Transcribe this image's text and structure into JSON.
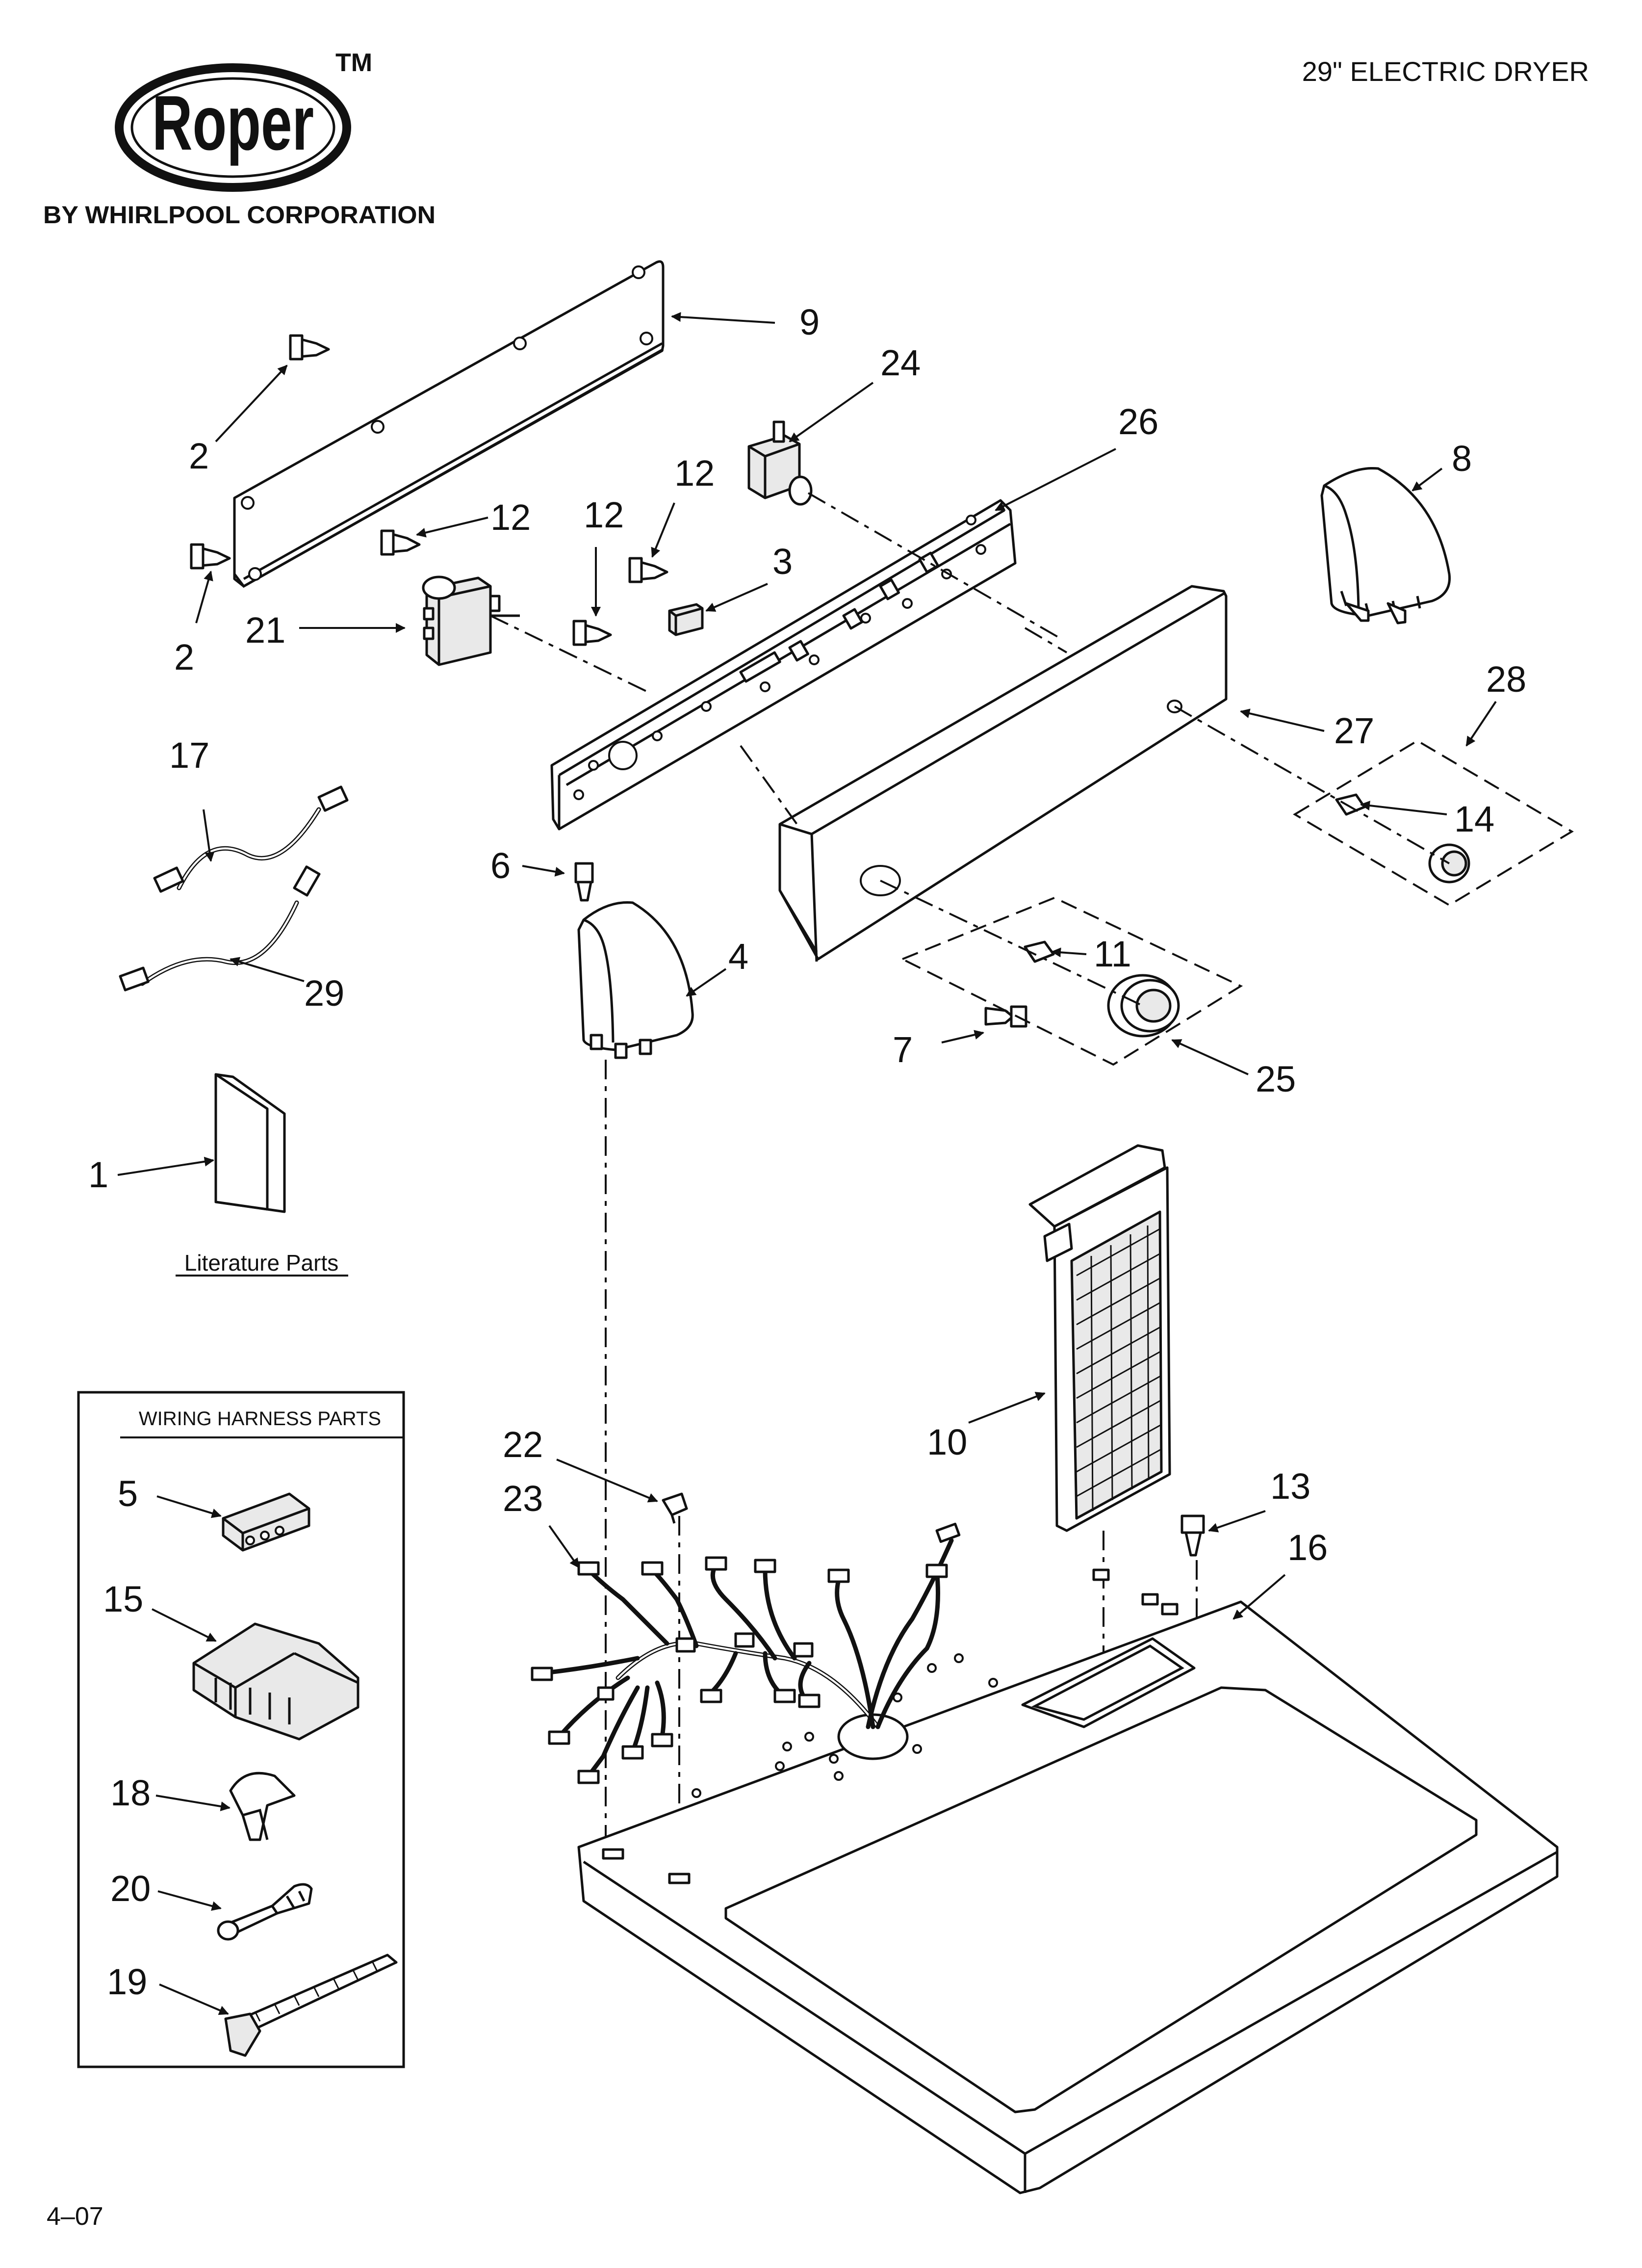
{
  "header": {
    "brand_logo": "Roper",
    "trademark": "TM",
    "corporation": "BY WHIRLPOOL CORPORATION",
    "model_title": "29\" ELECTRIC DRYER"
  },
  "callouts": {
    "c1": "1",
    "c2a": "2",
    "c2b": "2",
    "c3": "3",
    "c4": "4",
    "c5": "5",
    "c6": "6",
    "c7": "7",
    "c8": "8",
    "c9": "9",
    "c10": "10",
    "c11": "11",
    "c12a": "12",
    "c12b": "12",
    "c12c": "12",
    "c13": "13",
    "c14": "14",
    "c15": "15",
    "c16": "16",
    "c17": "17",
    "c18": "18",
    "c19": "19",
    "c20": "20",
    "c21": "21",
    "c22": "22",
    "c23": "23",
    "c24": "24",
    "c25": "25",
    "c26": "26",
    "c27": "27",
    "c28": "28",
    "c29": "29"
  },
  "literature_label": "Literature Parts",
  "wiring_box_title": "WIRING HARNESS PARTS",
  "footer": {
    "revision": "4–07"
  },
  "colors": {
    "line": "#111111",
    "background": "#ffffff"
  }
}
